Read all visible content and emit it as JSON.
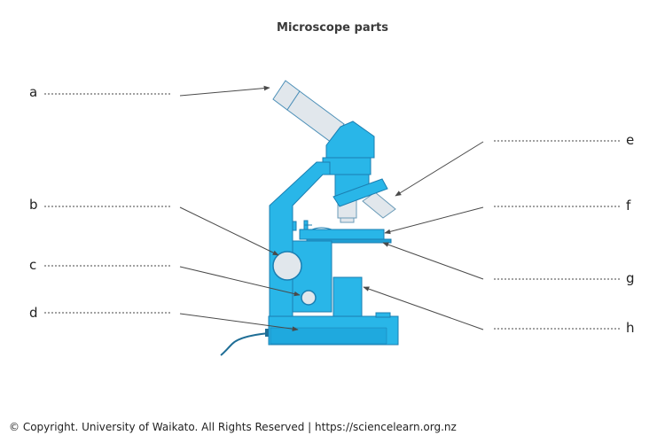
{
  "title": "Microscope parts",
  "labels": [
    "a",
    "b",
    "c",
    "d",
    "e",
    "f",
    "g",
    "h"
  ],
  "copyright": "© Copyright. University of Waikato. All Rights Reserved | https://sciencelearn.org.nz",
  "colors": {
    "body": "#29b6e8",
    "outline": "#1b7fb2",
    "tube": "#dde3e8",
    "line": "#4a4a4a",
    "cord": "#1f6e96"
  }
}
